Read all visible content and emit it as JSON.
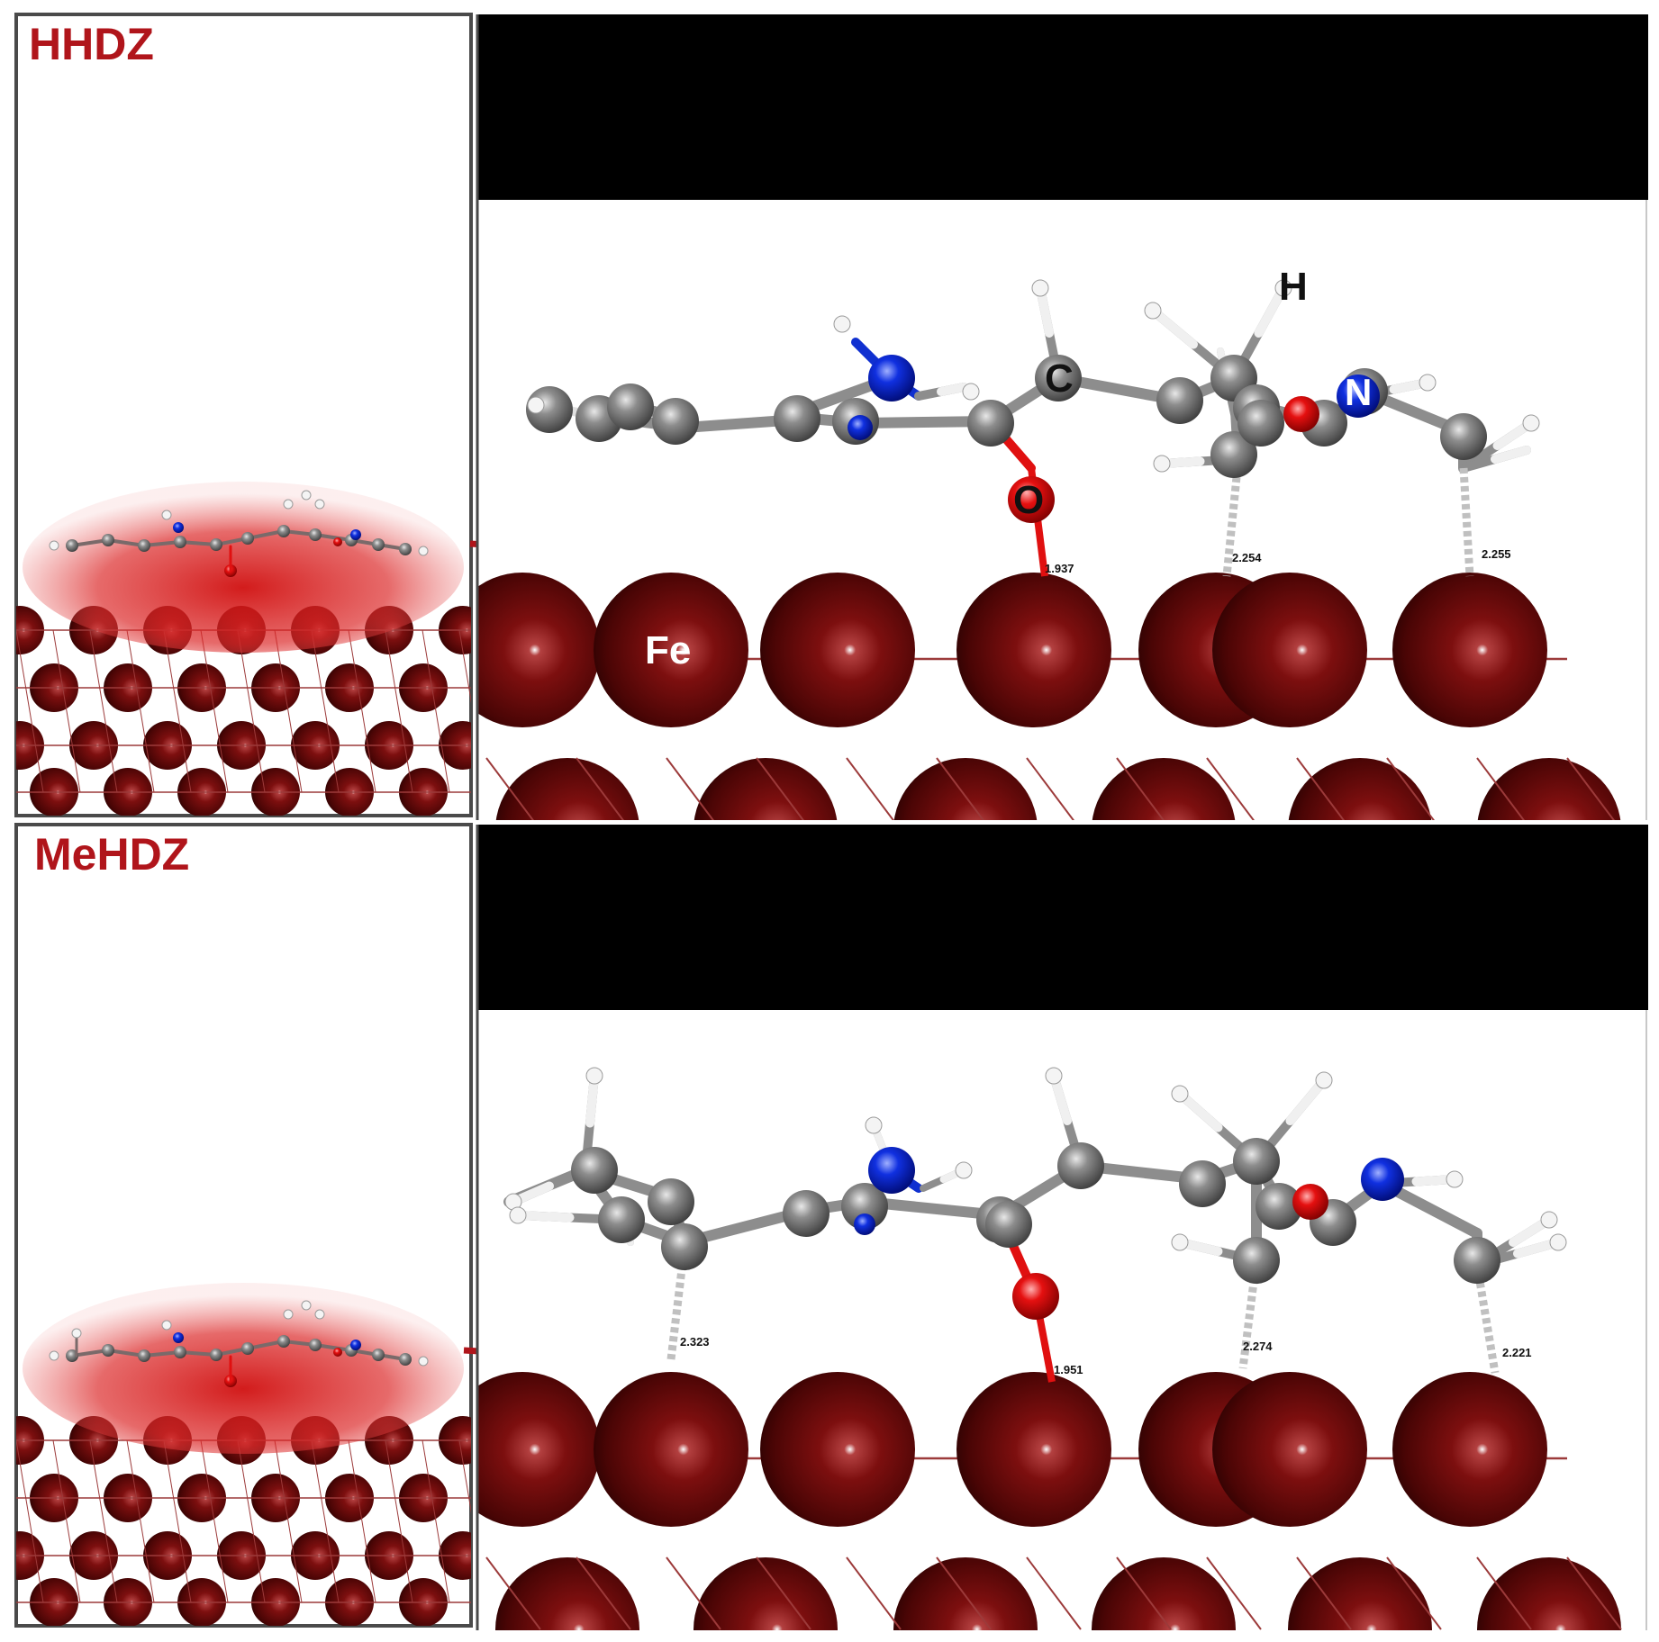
{
  "panels": [
    {
      "id": "hhdz",
      "title": "HHDZ",
      "element_labels": {
        "iron": "Fe",
        "oxygen": "O",
        "carbon": "C",
        "hydrogen": "H",
        "nitrogen": "N"
      },
      "distances": [
        "1.937",
        "2.254",
        "2.255"
      ]
    },
    {
      "id": "mehdz",
      "title": "MeHDZ",
      "distances": [
        "2.323",
        "1.951",
        "2.274",
        "2.221"
      ]
    }
  ],
  "colors": {
    "iron": "#6b0a0a",
    "carbon": "#8a8a8a",
    "oxygen": "#e01010",
    "nitrogen": "#1030d0",
    "hydrogen": "#f0f0f0",
    "highlight": "#d01010",
    "arrow": "#b0151b",
    "title": "#b0151b"
  }
}
